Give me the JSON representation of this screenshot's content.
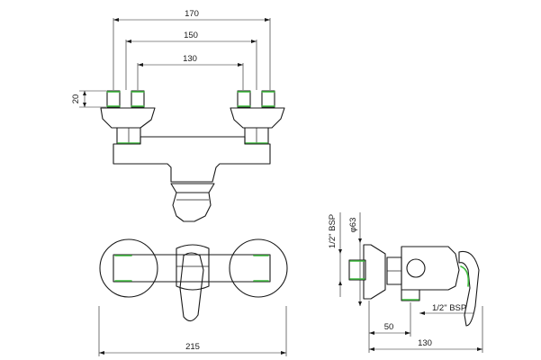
{
  "drawing": {
    "type": "technical-drawing",
    "subject": "wall-mounted single-lever shower mixer",
    "accent_color": "#3dbb3d",
    "line_color": "#1a1a1a",
    "views": {
      "top_view": {
        "dimensions": {
          "outer": "170",
          "middle": "150",
          "inner": "130",
          "height": "20"
        }
      },
      "front_view": {
        "dimensions": {
          "width": "215"
        }
      },
      "side_view": {
        "labels": {
          "bsp_vertical": "1/2\" BSP",
          "diameter": "φ63",
          "bsp_horizontal": "1/2\" BSP"
        },
        "dimensions": {
          "offset": "50",
          "depth": "130"
        }
      }
    }
  }
}
